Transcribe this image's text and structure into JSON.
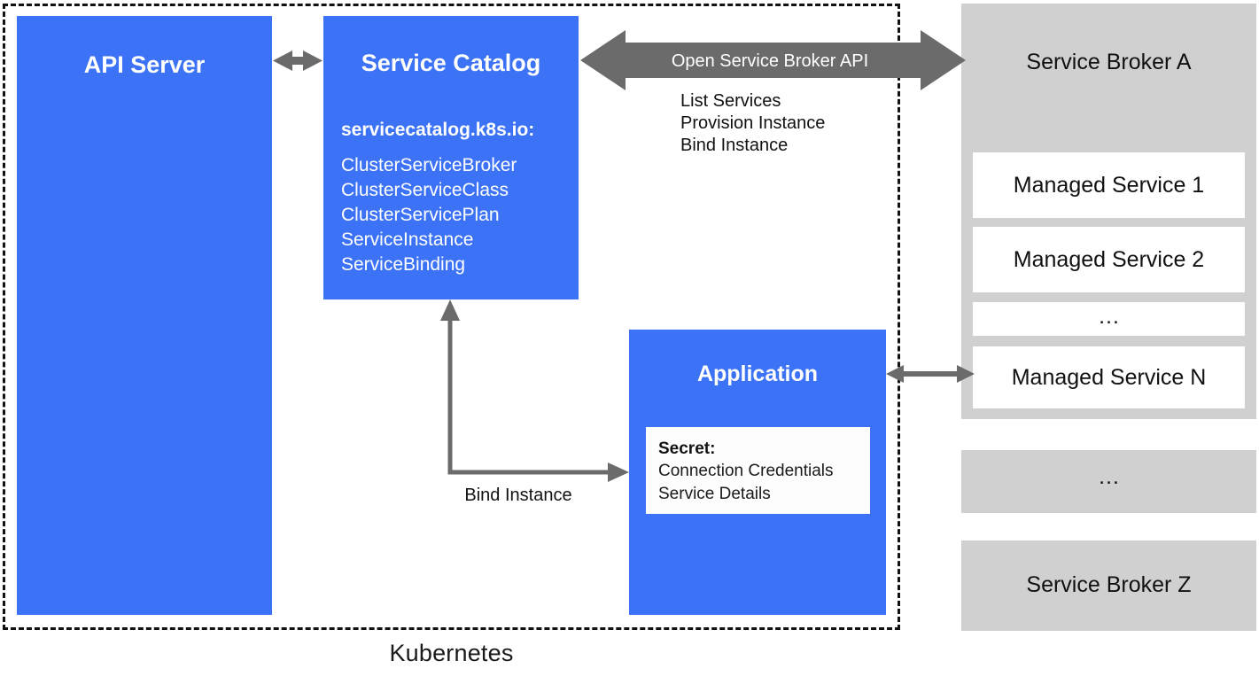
{
  "diagram": {
    "boundary_label": "Kubernetes",
    "api_server": {
      "title": "API Server"
    },
    "service_catalog": {
      "title": "Service Catalog",
      "api_group": "servicecatalog.k8s.io:",
      "resources": [
        "ClusterServiceBroker",
        "ClusterServiceClass",
        "ClusterServicePlan",
        "ServiceInstance",
        "ServiceBinding"
      ]
    },
    "application": {
      "title": "Application",
      "secret": {
        "title": "Secret:",
        "lines": [
          "Connection Credentials",
          "Service Details"
        ]
      }
    },
    "osb_arrow": {
      "label": "Open Service Broker API",
      "operations": [
        "List Services",
        "Provision Instance",
        "Bind Instance"
      ]
    },
    "bind_arrow": {
      "label": "Bind Instance"
    },
    "brokers": [
      {
        "title": "Service Broker A",
        "managed_services": [
          "Managed Service 1",
          "Managed Service 2",
          "…",
          "Managed Service N"
        ]
      },
      {
        "title": "…",
        "managed_services": []
      },
      {
        "title": "Service Broker Z",
        "managed_services": []
      }
    ],
    "colors": {
      "blue": "#3c72f5",
      "gray_box": "#d0d0d0",
      "arrow_gray": "#6b6b6b",
      "white": "#ffffff",
      "text_dark": "#111111"
    }
  }
}
